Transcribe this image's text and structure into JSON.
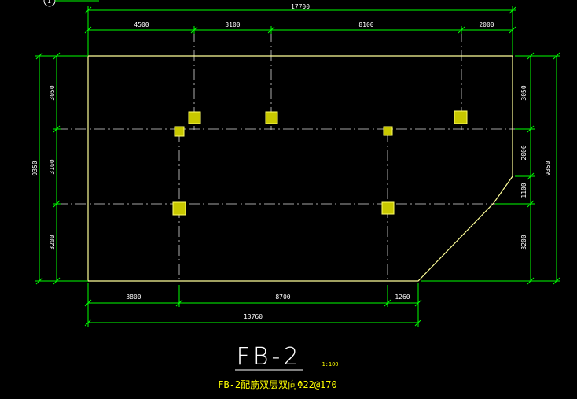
{
  "drawing": {
    "title": "FB-2",
    "scale": "1:100",
    "note": "FB-2配筋双层双向Φ22@170",
    "corner_marker": "1"
  },
  "dimensions": {
    "top_overall": "17700",
    "top_segments": [
      "4500",
      "3100",
      "8100",
      "2000"
    ],
    "left_overall": "9350",
    "left_segments": [
      "3050",
      "3100",
      "3200"
    ],
    "right_overall": "9350",
    "right_segments": [
      "3050",
      "2000",
      "1100",
      "3200"
    ],
    "bottom_segments": [
      "3800",
      "8700",
      "1260"
    ],
    "bottom_overall": "13760"
  },
  "colors": {
    "background": "#000000",
    "dimension": "#00ff00",
    "outline": "#ffff99",
    "axis": "#ffffff",
    "column_fill": "#c8c800",
    "column_stroke": "#ffff66",
    "note": "#ffff00"
  }
}
